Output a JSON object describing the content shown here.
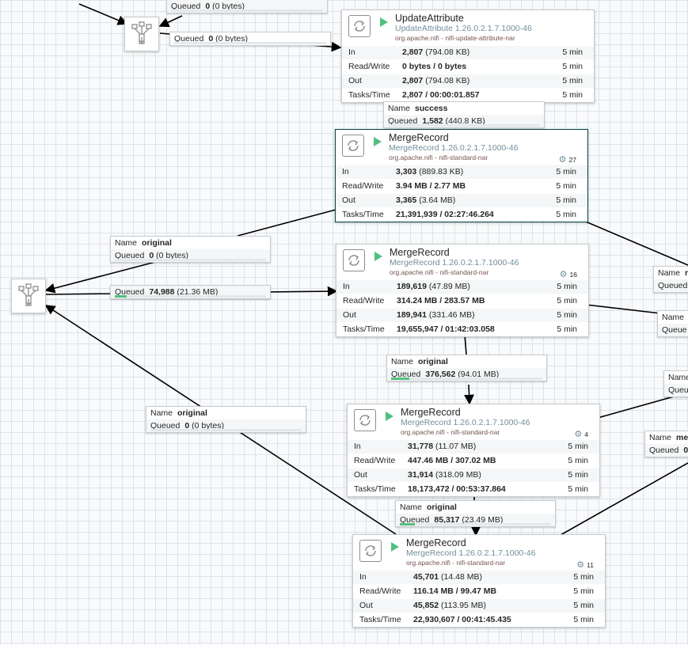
{
  "processors": [
    {
      "id": "p1",
      "name": "UpdateAttribute",
      "version": "UpdateAttribute 1.26.0.2.1.7.1000-46",
      "bundle": "org.apache.nifi - nifi-update-attribute-nar",
      "tasks_count": "",
      "stats": [
        {
          "label": "In",
          "value": "2,807",
          "extra": "(794.08 KB)",
          "time": "5 min"
        },
        {
          "label": "Read/Write",
          "value": "0 bytes / 0 bytes",
          "extra": "",
          "time": "5 min"
        },
        {
          "label": "Out",
          "value": "2,807",
          "extra": "(794.08 KB)",
          "time": "5 min"
        },
        {
          "label": "Tasks/Time",
          "value": "2,807 / 00:00:01.857",
          "extra": "",
          "time": "5 min"
        }
      ]
    },
    {
      "id": "p2",
      "name": "MergeRecord",
      "version": "MergeRecord 1.26.0.2.1.7.1000-46",
      "bundle": "org.apache.nifi - nifi-standard-nar",
      "tasks_count": "27",
      "stats": [
        {
          "label": "In",
          "value": "3,303",
          "extra": "(889.83 KB)",
          "time": "5 min"
        },
        {
          "label": "Read/Write",
          "value": "3.94 MB / 2.77 MB",
          "extra": "",
          "time": "5 min"
        },
        {
          "label": "Out",
          "value": "3,365",
          "extra": "(3.64 MB)",
          "time": "5 min"
        },
        {
          "label": "Tasks/Time",
          "value": "21,391,939 / 02:27:46.264",
          "extra": "",
          "time": "5 min"
        }
      ]
    },
    {
      "id": "p3",
      "name": "MergeRecord",
      "version": "MergeRecord 1.26.0.2.1.7.1000-46",
      "bundle": "org.apache.nifi - nifi-standard-nar",
      "tasks_count": "16",
      "stats": [
        {
          "label": "In",
          "value": "189,619",
          "extra": "(47.89 MB)",
          "time": "5 min"
        },
        {
          "label": "Read/Write",
          "value": "314.24 MB / 283.57 MB",
          "extra": "",
          "time": "5 min"
        },
        {
          "label": "Out",
          "value": "189,941",
          "extra": "(331.46 MB)",
          "time": "5 min"
        },
        {
          "label": "Tasks/Time",
          "value": "19,655,947 / 01:42:03.058",
          "extra": "",
          "time": "5 min"
        }
      ]
    },
    {
      "id": "p4",
      "name": "MergeRecord",
      "version": "MergeRecord 1.26.0.2.1.7.1000-46",
      "bundle": "org.apache.nifi - nifi-standard-nar",
      "tasks_count": "4",
      "stats": [
        {
          "label": "In",
          "value": "31,778",
          "extra": "(11.07 MB)",
          "time": "5 min"
        },
        {
          "label": "Read/Write",
          "value": "447.46 MB / 307.02 MB",
          "extra": "",
          "time": "5 min"
        },
        {
          "label": "Out",
          "value": "31,914",
          "extra": "(318.09 MB)",
          "time": "5 min"
        },
        {
          "label": "Tasks/Time",
          "value": "18,173,472 / 00:53:37.864",
          "extra": "",
          "time": "5 min"
        }
      ]
    },
    {
      "id": "p5",
      "name": "MergeRecord",
      "version": "MergeRecord 1.26.0.2.1.7.1000-46",
      "bundle": "org.apache.nifi - nifi-standard-nar",
      "tasks_count": "11",
      "stats": [
        {
          "label": "In",
          "value": "45,701",
          "extra": "(14.48 MB)",
          "time": "5 min"
        },
        {
          "label": "Read/Write",
          "value": "116.14 MB / 99.47 MB",
          "extra": "",
          "time": "5 min"
        },
        {
          "label": "Out",
          "value": "45,852",
          "extra": "(113.95 MB)",
          "time": "5 min"
        },
        {
          "label": "Tasks/Time",
          "value": "22,930,607 / 00:41:45.435",
          "extra": "",
          "time": "5 min"
        }
      ]
    }
  ],
  "connections": [
    {
      "id": "c1",
      "name_label": "",
      "name": "",
      "queued_label": "Queued",
      "queued": "0",
      "queued_extra": "(0 bytes)",
      "fill": 0
    },
    {
      "id": "c2",
      "name_label": "",
      "name": "",
      "queued_label": "Queued",
      "queued": "0",
      "queued_extra": "(0 bytes)",
      "fill": 0
    },
    {
      "id": "c3",
      "name_label": "Name",
      "name": "success",
      "queued_label": "Queued",
      "queued": "1,582",
      "queued_extra": "(440.8 KB)",
      "fill": 0
    },
    {
      "id": "c4",
      "name_label": "Name",
      "name": "original",
      "queued_label": "Queued",
      "queued": "0",
      "queued_extra": "(0 bytes)",
      "fill": 0
    },
    {
      "id": "c5",
      "name_label": "",
      "name": "",
      "queued_label": "Queued",
      "queued": "74,988",
      "queued_extra": "(21.36 MB)",
      "fill": 0.08
    },
    {
      "id": "c6",
      "name_label": "Name",
      "name": "original",
      "queued_label": "Queued",
      "queued": "376,562",
      "queued_extra": "(94.01 MB)",
      "fill": 0.12
    },
    {
      "id": "c7",
      "name_label": "Name",
      "name": "original",
      "queued_label": "Queued",
      "queued": "0",
      "queued_extra": "(0 bytes)",
      "fill": 0
    },
    {
      "id": "c8",
      "name_label": "Name",
      "name": "original",
      "queued_label": "Queued",
      "queued": "85,317",
      "queued_extra": "(23.49 MB)",
      "fill": 0.1
    },
    {
      "id": "c9",
      "name_label": "Name",
      "name": "r",
      "queued_label": "Queued",
      "queued": "",
      "queued_extra": "",
      "fill": 0
    },
    {
      "id": "c10",
      "name_label": "Name",
      "name": "",
      "queued_label": "Queue",
      "queued": "",
      "queued_extra": "",
      "fill": 0
    },
    {
      "id": "c11",
      "name_label": "Name",
      "name": "",
      "queued_label": "Queu",
      "queued": "",
      "queued_extra": "",
      "fill": 0
    },
    {
      "id": "c12",
      "name_label": "Name",
      "name": "me",
      "queued_label": "Queued",
      "queued": "0",
      "queued_extra": "",
      "fill": 0
    }
  ],
  "icons": {
    "processor": "refresh-cycle-icon",
    "funnel": "funnel-icon",
    "running": "play-icon",
    "threads": "threads-icon"
  },
  "colors": {
    "accent": "#004849",
    "running": "#52bf7e",
    "version": "#728e9b",
    "bundle": "#775351"
  }
}
